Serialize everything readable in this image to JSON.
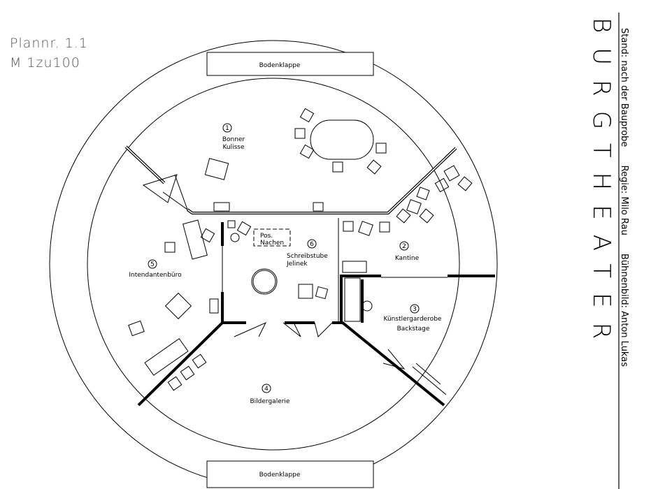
{
  "header": {
    "plan_no": "Plannr. 1.1",
    "scale": "M 1zu100"
  },
  "title_block": {
    "logo": "BURGTHEATER",
    "stand": "Stand: nach der Bauprobe",
    "regie": "Regie: Milo Rau",
    "buehnenbild": "Bühnenbild: Anton Lukas"
  },
  "hatches": {
    "top": "Bodenklappe",
    "bottom": "Bodenklappe"
  },
  "rooms": [
    {
      "num": "1",
      "line1": "Bonner",
      "line2": "Kulisse"
    },
    {
      "num": "2",
      "line1": "Kantine",
      "line2": ""
    },
    {
      "num": "3",
      "line1": "Künstlergarderobe",
      "line2": "Backstage"
    },
    {
      "num": "4",
      "line1": "Bildergalerie",
      "line2": ""
    },
    {
      "num": "5",
      "line1": "Intendantenbüro",
      "line2": ""
    },
    {
      "num": "6",
      "line1": "Schreibstube",
      "line2": "Jelinek"
    }
  ],
  "marker": {
    "line1": "Pos.",
    "line2": "Nachen"
  }
}
